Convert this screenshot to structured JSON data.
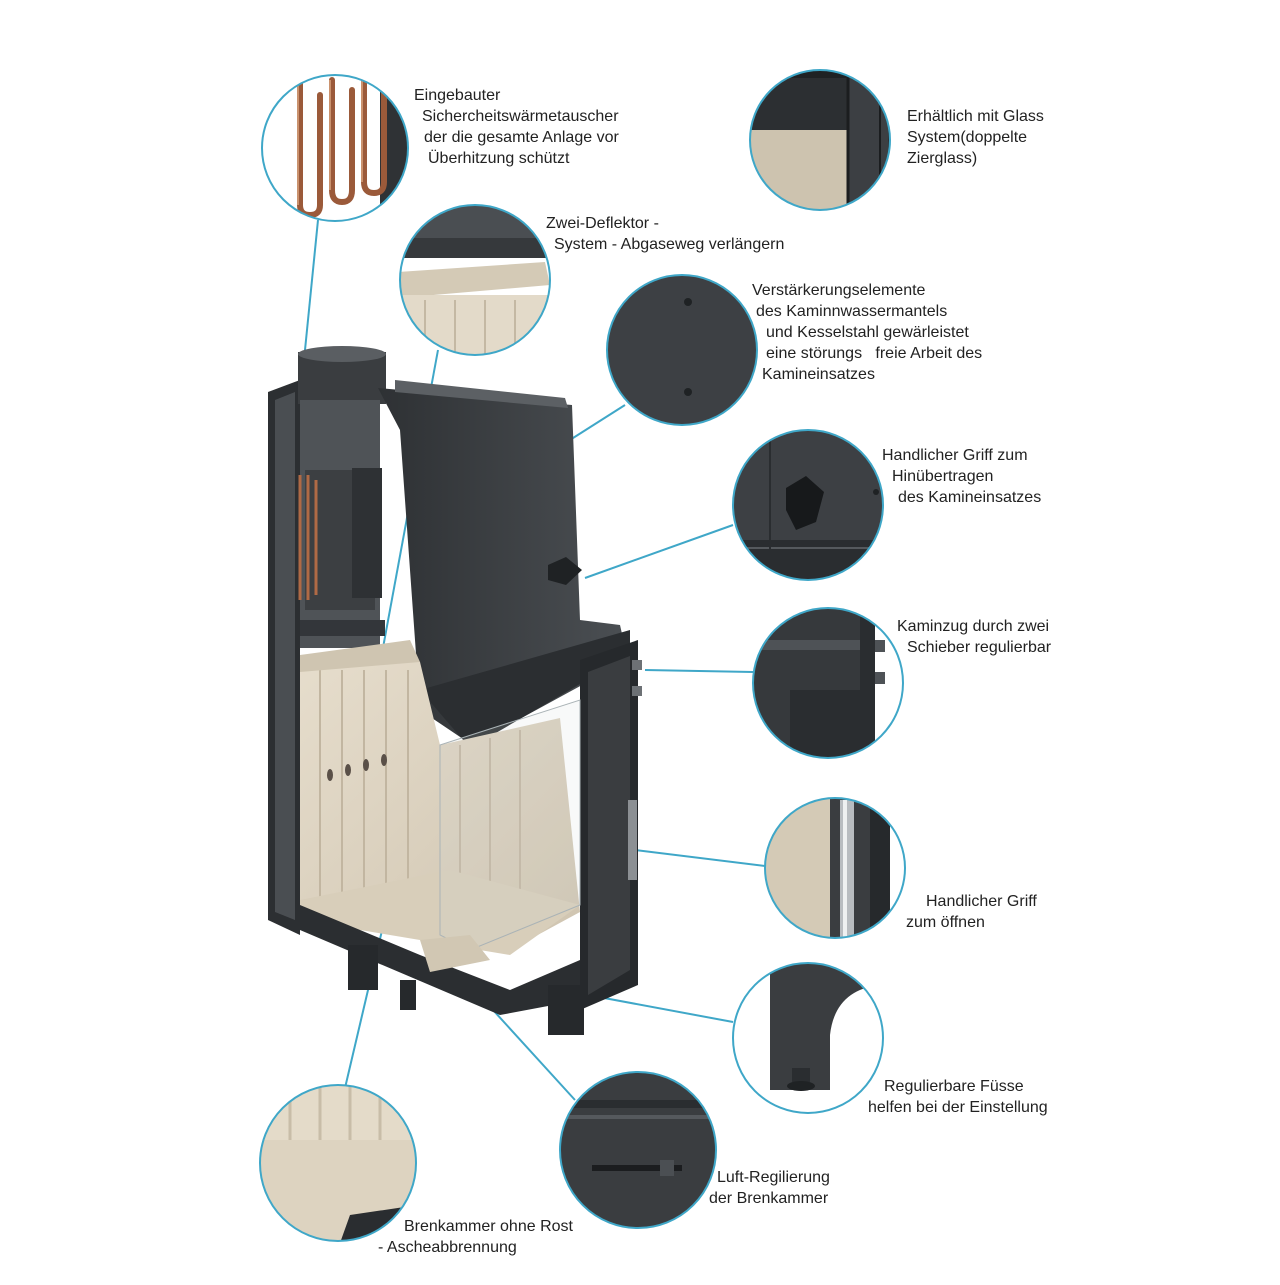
{
  "colors": {
    "accent_line": "#3fa7c8",
    "steel_dark": "#3a3d40",
    "steel_mid": "#55595d",
    "ceramic": "#ddd3c1",
    "ceramic_dark": "#c8bda8"
  },
  "callouts": [
    {
      "id": "heat-exchanger",
      "icon": "copper-coil-icon",
      "lines": [
        "Eingebauter",
        "Sichercheitswärmetauscher",
        "der die gesamte Anlage vor",
        "Überhitzung schützt"
      ]
    },
    {
      "id": "glass-system",
      "icon": "double-glass-icon",
      "lines": [
        "Erhältlich mit Glass",
        "System(doppelte",
        "Zierglass)"
      ]
    },
    {
      "id": "deflector",
      "icon": "deflector-icon",
      "lines": [
        "Zwei-Deflektor -",
        "System - Abgaseweg verlängern"
      ]
    },
    {
      "id": "reinforcement",
      "icon": "steel-plate-icon",
      "lines": [
        "Verstärkerungselemente",
        "des Kaminnwassermantels",
        "und Kesselstahl gewärleistet",
        "eine störungs   freie Arbeit des",
        "Kamineinsatzes"
      ]
    },
    {
      "id": "carry-handle",
      "icon": "carry-handle-icon",
      "lines": [
        "Handlicher Griff zum",
        "Hinübertragen",
        "des Kamineinsatzes"
      ]
    },
    {
      "id": "draft-control",
      "icon": "damper-slider-icon",
      "lines": [
        "Kaminzug durch zwei",
        "Schieber regulierbar"
      ]
    },
    {
      "id": "door-handle",
      "icon": "door-handle-icon",
      "lines": [
        "Handlicher Griff",
        "zum öffnen"
      ]
    },
    {
      "id": "feet",
      "icon": "adjustable-foot-icon",
      "lines": [
        "Regulierbare Füsse",
        "helfen bei der Einstellung"
      ]
    },
    {
      "id": "air-regulation",
      "icon": "air-slider-icon",
      "lines": [
        "Luft-Regilierung",
        "der Brenkammer"
      ]
    },
    {
      "id": "firebox",
      "icon": "firebox-floor-icon",
      "lines": [
        "Brenkammer ohne Rost",
        "- Ascheabbrennung"
      ]
    }
  ]
}
